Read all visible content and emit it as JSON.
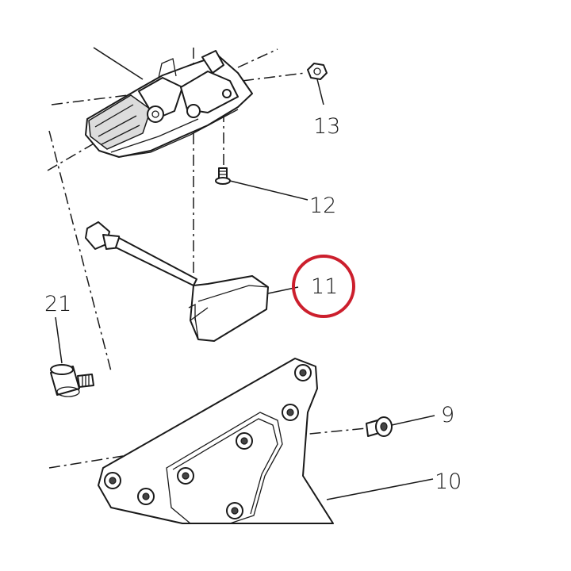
{
  "callouts": {
    "part_13": "13",
    "part_12": "12",
    "part_11": "11",
    "part_21": "21",
    "part_9": "9",
    "part_10": "10"
  },
  "colors": {
    "highlight_ring": "#cc1f2d",
    "line": "#1a1a1a"
  }
}
